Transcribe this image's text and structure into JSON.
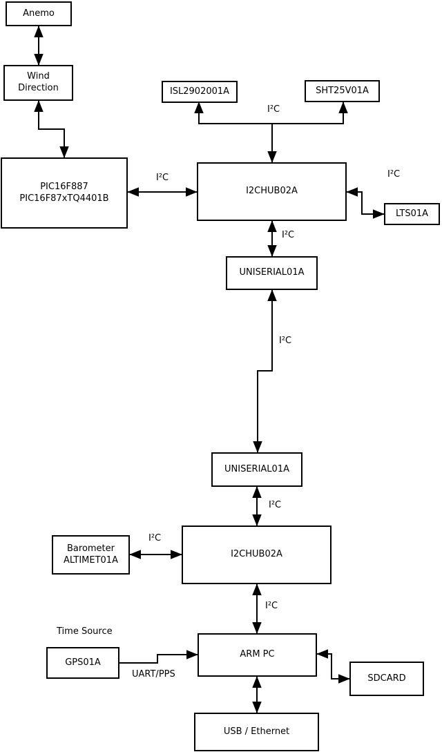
{
  "diagram": {
    "background": "#ffffff",
    "line_color": "#000000",
    "nodes": {
      "anemo": {
        "label": "Anemo"
      },
      "wind_direction": {
        "label": "Wind\nDirection"
      },
      "pic": {
        "label": "PIC16F887\nPIC16F87xTQ4401B"
      },
      "isl": {
        "label": "ISL2902001A"
      },
      "sht": {
        "label": "SHT25V01A"
      },
      "i2chub_top": {
        "label": "I2CHUB02A"
      },
      "lts": {
        "label": "LTS01A"
      },
      "uniserial_top": {
        "label": "UNISERIAL01A"
      },
      "uniserial_bottom": {
        "label": "UNISERIAL01A"
      },
      "i2chub_bottom": {
        "label": "I2CHUB02A"
      },
      "barometer": {
        "label": "Barometer\nALTIMET01A"
      },
      "gps": {
        "label": "GPS01A"
      },
      "arm_pc": {
        "label": "ARM PC"
      },
      "sdcard": {
        "label": "SDCARD"
      },
      "usb_ethernet": {
        "label": "USB / Ethernet"
      }
    },
    "edge_labels": {
      "i2c_sensor_bus": "I²C",
      "i2c_pic_hub": "I²C",
      "i2c_hub_lts": "I²C",
      "i2c_hub_uniserial": "I²C",
      "i2c_uniserial_link": "I²C",
      "i2c_uniserial_hub2": "I²C",
      "i2c_barometer_hub2": "I²C",
      "i2c_hub2_armpc": "I²C",
      "time_source": "Time Source",
      "uart_pps": "UART/PPS"
    }
  }
}
